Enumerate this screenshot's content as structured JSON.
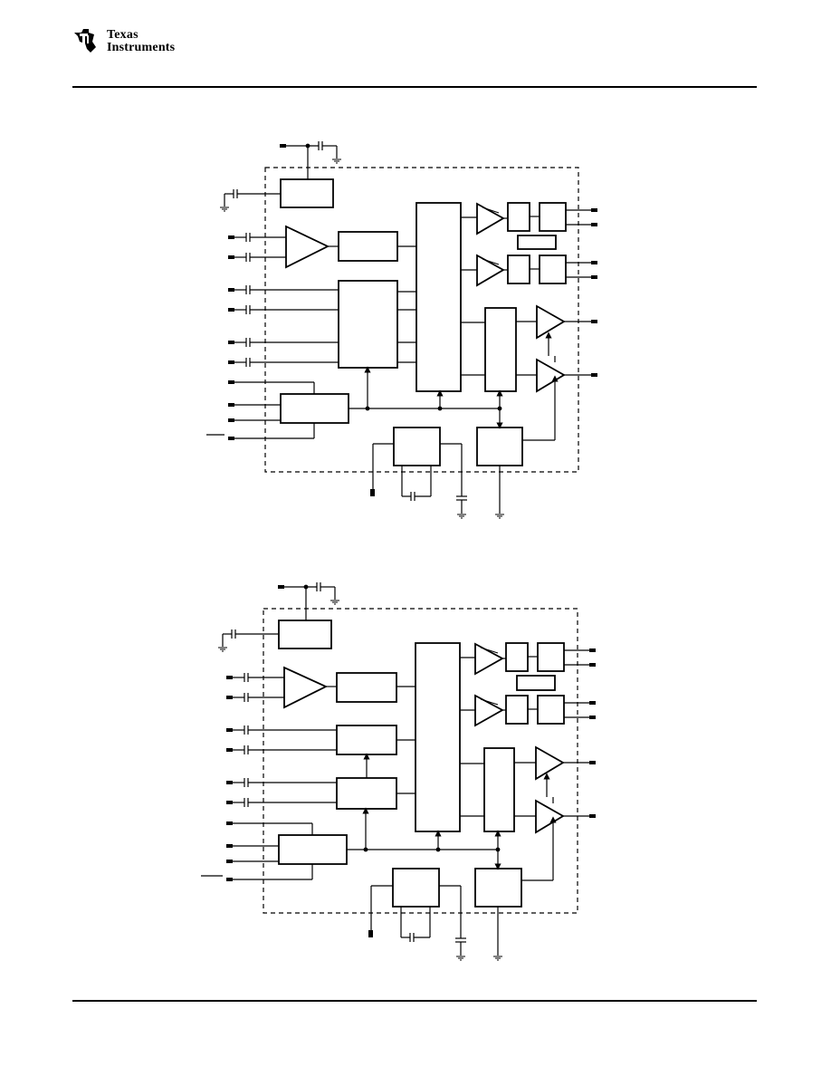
{
  "header": {
    "company_line1": "Texas",
    "company_line2": "Instruments",
    "logo_icon": "ti-state-logo-icon",
    "accent_color": "#000000"
  },
  "diagrams": [
    {
      "variant": "upper",
      "center_block": "single-mux"
    },
    {
      "variant": "lower",
      "center_block": "dual-mux"
    }
  ]
}
